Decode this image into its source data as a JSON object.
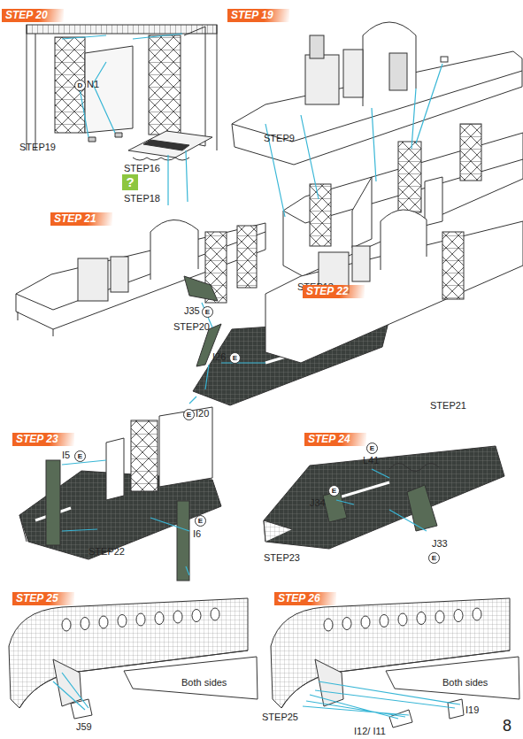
{
  "diagram": {
    "labels": [
      "STEP 20",
      "D",
      "N1",
      "STEP19",
      "STEP 19",
      "STEP9",
      "STEP13",
      "STEP16",
      "?",
      "STEP18",
      "STEP 21",
      "STEP20",
      "STEP 22",
      "J35",
      "E",
      "I26",
      "E",
      "E",
      "I20",
      "STEP21",
      "STEP 23",
      "I5",
      "E",
      "E",
      "I6",
      "STEP22",
      "STEP 24",
      "E",
      "L41",
      "E",
      "J34",
      "J33",
      "E",
      "STEP23",
      "STEP 25",
      "Both sides",
      "J59",
      "STEP 26",
      "Both sides",
      "I19",
      "STEP25",
      "I12/ I11",
      "8"
    ]
  }
}
